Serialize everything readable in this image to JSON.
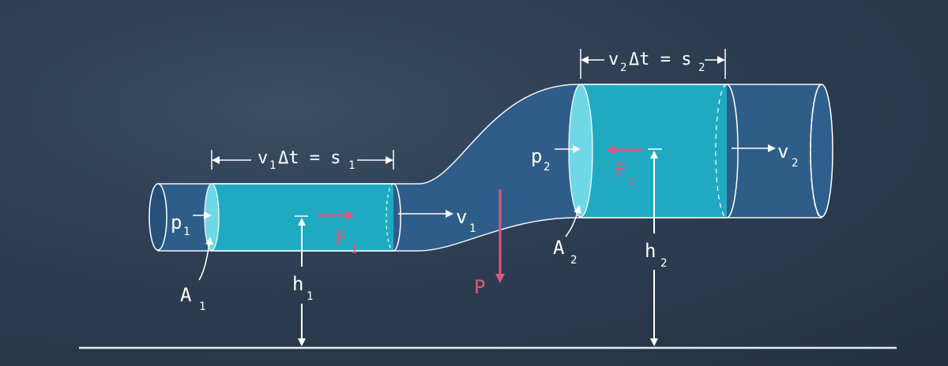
{
  "labels": {
    "p1": "p",
    "p1_sub": "1",
    "A1": "A",
    "A1_sub": "1",
    "h1": "h",
    "h1_sub": "1",
    "F1": "F",
    "F1_sub": "1",
    "v1": "v",
    "v1_sub": "1",
    "s1_v": "v",
    "s1_vsub": "1",
    "s1_rest": "Δt = s",
    "s1_ssub": "1",
    "P": "P",
    "p2": "p",
    "p2_sub": "2",
    "A2": "A",
    "A2_sub": "2",
    "h2": "h",
    "h2_sub": "2",
    "F2": "F",
    "F2_sub": "2",
    "v2": "v",
    "v2_sub": "2",
    "s2_v": "v",
    "s2_vsub": "2",
    "s2_rest": "Δt = s",
    "s2_ssub": "2"
  },
  "colors": {
    "pipe": "#2f5f8c",
    "fluid": "#1fb3c9",
    "fluid_face": "#5fd3e3",
    "chalk": "#ffffff",
    "force": "#e0567a"
  }
}
